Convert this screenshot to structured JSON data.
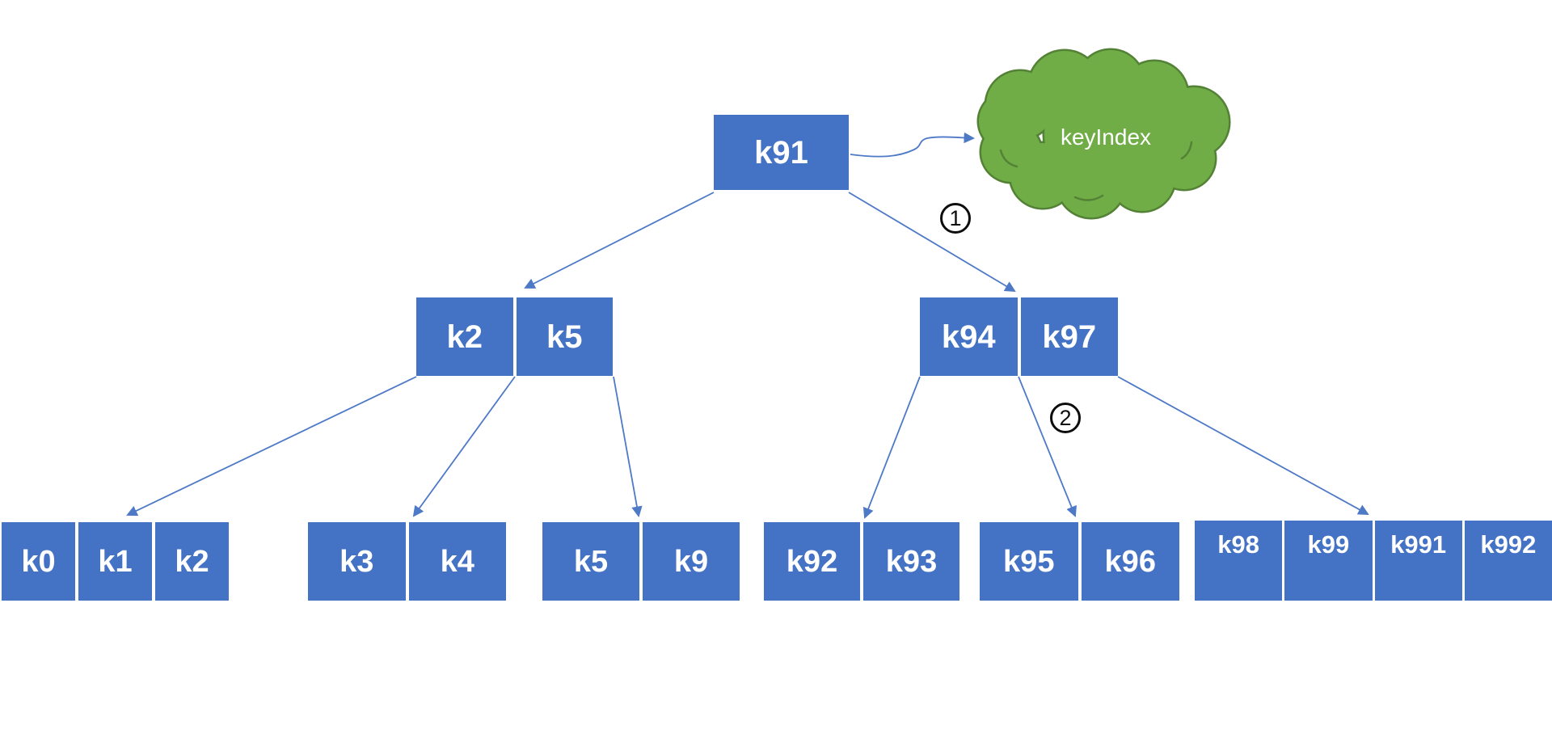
{
  "colors": {
    "node_fill": "#4472C4",
    "node_text": "#ffffff",
    "arrow": "#4d79c7",
    "cloud_fill": "#70AD47",
    "cloud_stroke": "#538135",
    "annotation": "#0d0d0d",
    "background": "#ffffff"
  },
  "nodes": [
    {
      "id": "root",
      "level": 0,
      "cells": [
        "k91"
      ]
    },
    {
      "id": "internal-left",
      "level": 1,
      "cells": [
        "k2",
        "k5"
      ]
    },
    {
      "id": "internal-right",
      "level": 1,
      "cells": [
        "k94",
        "k97"
      ]
    },
    {
      "id": "leaf-1",
      "level": 2,
      "cells": [
        "k0",
        "k1",
        "k2"
      ]
    },
    {
      "id": "leaf-2",
      "level": 2,
      "cells": [
        "k3",
        "k4"
      ]
    },
    {
      "id": "leaf-3",
      "level": 2,
      "cells": [
        "k5",
        "k9"
      ]
    },
    {
      "id": "leaf-4",
      "level": 2,
      "cells": [
        "k92",
        "k93"
      ]
    },
    {
      "id": "leaf-5",
      "level": 2,
      "cells": [
        "k95",
        "k96"
      ]
    },
    {
      "id": "leaf-6",
      "level": 2,
      "cells": [
        "k98",
        "k99",
        "k991",
        "k992"
      ]
    }
  ],
  "cloud": {
    "label": "keyIndex"
  },
  "annotations": [
    {
      "label": "1",
      "near_edge": "root to internal-right"
    },
    {
      "label": "2",
      "near_edge": "internal-right to leaf-5"
    }
  ],
  "edges": [
    {
      "from": "root",
      "to": "internal-left"
    },
    {
      "from": "root",
      "to": "internal-right",
      "annotation": "1"
    },
    {
      "from": "root",
      "to": "keyIndex-cloud"
    },
    {
      "from": "internal-left",
      "to": "leaf-1"
    },
    {
      "from": "internal-left",
      "to": "leaf-2"
    },
    {
      "from": "internal-left",
      "to": "leaf-3"
    },
    {
      "from": "internal-right",
      "to": "leaf-4"
    },
    {
      "from": "internal-right",
      "to": "leaf-5",
      "annotation": "2"
    },
    {
      "from": "internal-right",
      "to": "leaf-6"
    }
  ]
}
